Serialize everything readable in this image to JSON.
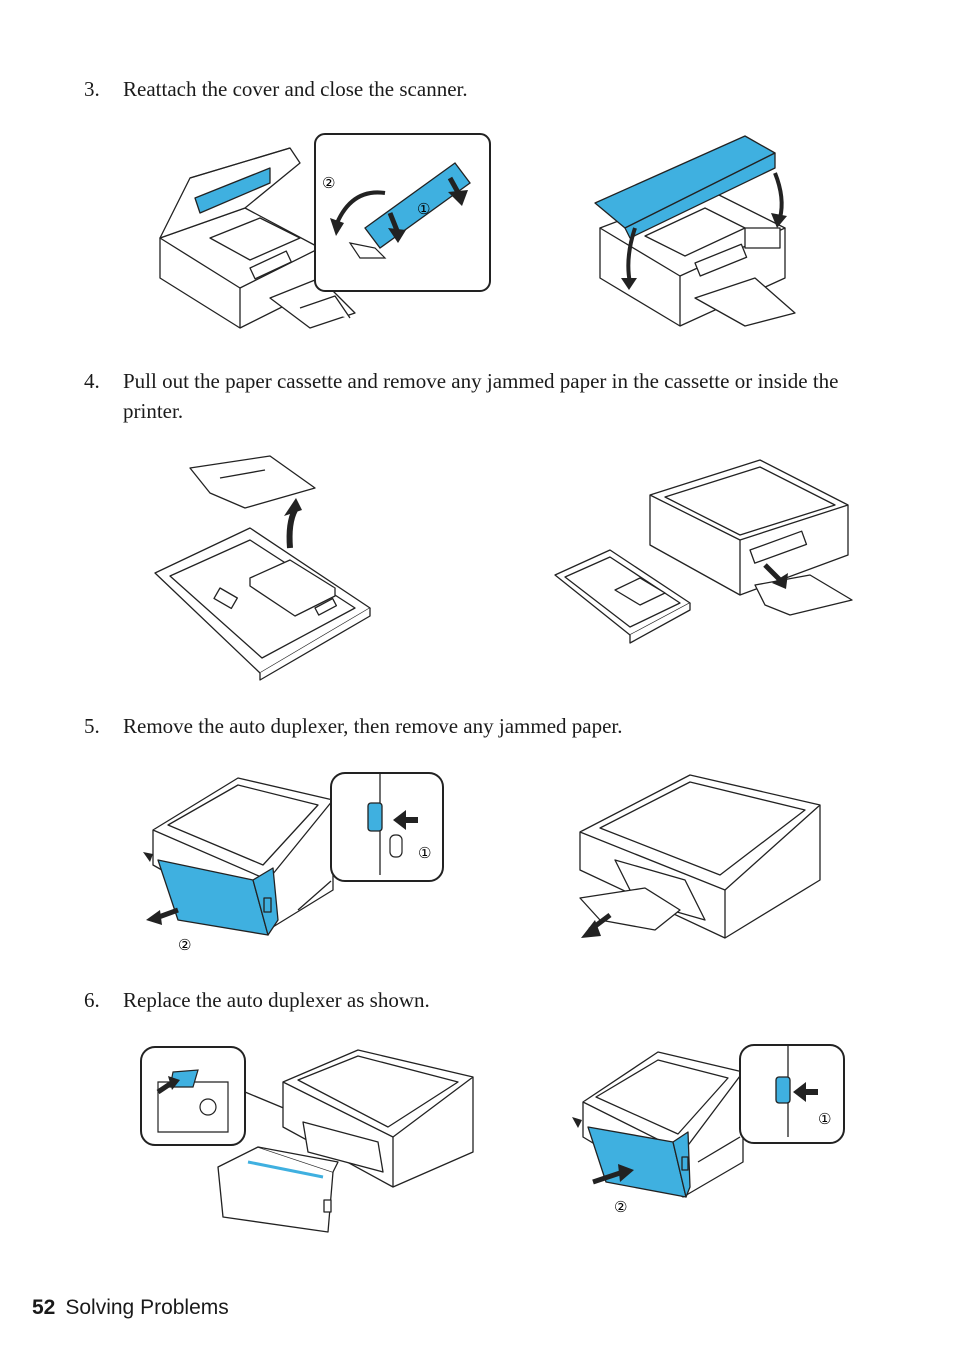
{
  "accent_color": "#3fb0e0",
  "steps": [
    {
      "number": "3.",
      "text": "Reattach the cover and close the scanner."
    },
    {
      "number": "4.",
      "text": "Pull out the paper cassette and remove any jammed paper in the cassette or inside the printer."
    },
    {
      "number": "5.",
      "text": "Remove the auto duplexer, then remove any jammed paper."
    },
    {
      "number": "6.",
      "text": "Replace the auto duplexer as shown."
    }
  ],
  "callouts": {
    "one": "①",
    "two": "②"
  },
  "footer": {
    "page_number": "52",
    "section": "Solving Problems"
  }
}
